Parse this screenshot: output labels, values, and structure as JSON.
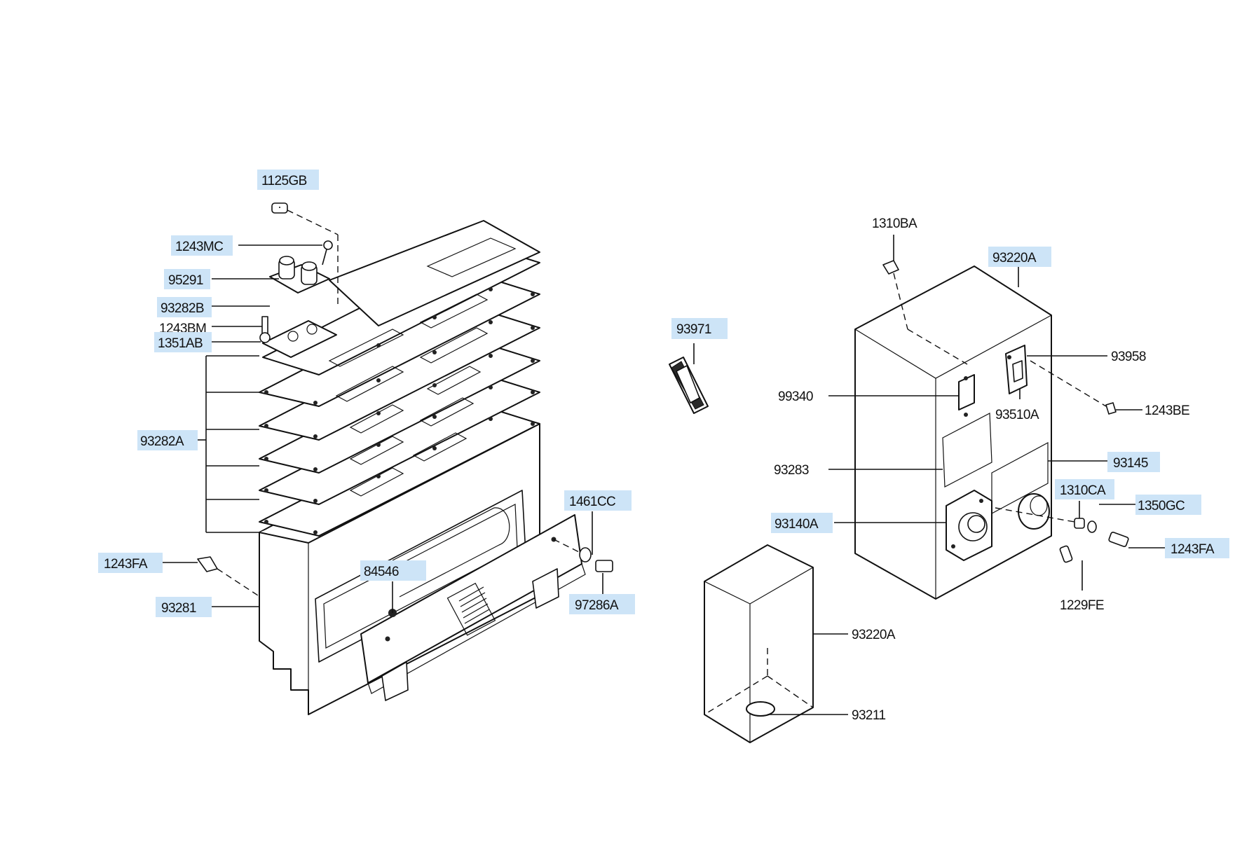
{
  "labels": {
    "l_1125GB": "1125GB",
    "l_1243MC": "1243MC",
    "l_95291": "95291",
    "l_93282B": "93282B",
    "l_1243BM": "1243BM",
    "l_1351AB": "1351AB",
    "l_93282A": "93282A",
    "l_1243FA_left": "1243FA",
    "l_93281": "93281",
    "l_84546": "84546",
    "l_1461CC": "1461CC",
    "l_97286A": "97286A",
    "l_93971": "93971",
    "l_1310BA": "1310BA",
    "l_93220A_top": "93220A",
    "l_93958": "93958",
    "l_99340": "99340",
    "l_93510A": "93510A",
    "l_1243BE": "1243BE",
    "l_93283": "93283",
    "l_93145": "93145",
    "l_1310CA": "1310CA",
    "l_1350GC": "1350GC",
    "l_93140A": "93140A",
    "l_1243FA_right": "1243FA",
    "l_1229FE": "1229FE",
    "l_93220A_bottom": "93220A",
    "l_93211": "93211"
  },
  "colors": {
    "label_highlight": "#cde4f7",
    "line": "#111111"
  }
}
